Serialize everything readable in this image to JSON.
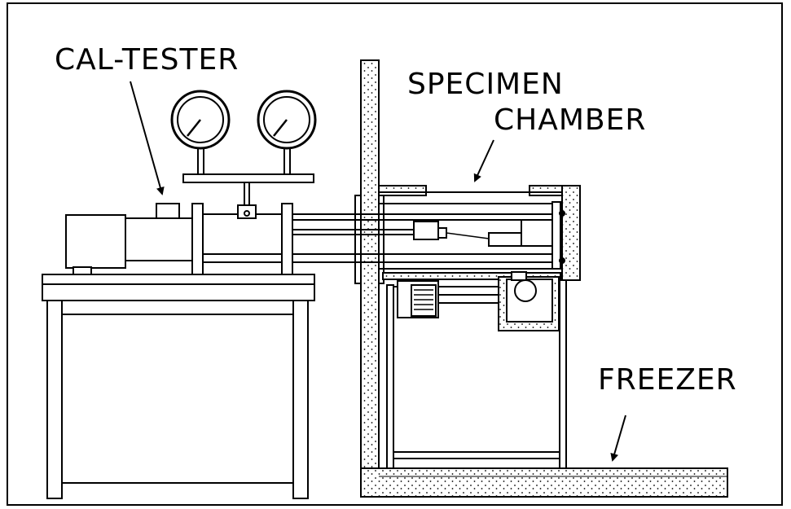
{
  "labels": {
    "cal_tester": "CAL-TESTER",
    "specimen_line1": "SPECIMEN",
    "specimen_line2": "CHAMBER",
    "freezer": "FREEZER"
  },
  "colors": {
    "ink": "#000000",
    "background": "#ffffff"
  }
}
